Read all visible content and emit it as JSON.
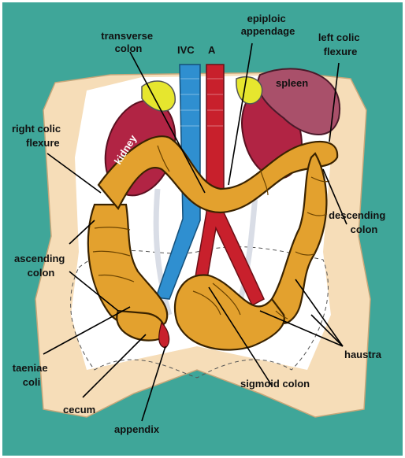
{
  "colors": {
    "background": "#3FA699",
    "body_cream": "#F6DDB8",
    "body_inner": "#FFFFFF",
    "colon": "#E3A12E",
    "kidney": "#B12444",
    "spleen": "#A9506A",
    "adrenal": "#E6E62E",
    "ivc": "#2F8FD0",
    "aorta": "#C8202C",
    "ureter": "#D9DDE6"
  },
  "labels": {
    "epiploic_appendage": [
      "epiploic",
      "appendage"
    ],
    "transverse_colon": [
      "transverse",
      "colon"
    ],
    "ivc": "IVC",
    "aorta": "A",
    "left_colic_flexure": [
      "left colic",
      "flexure"
    ],
    "spleen": "spleen",
    "right_colic_flexure": [
      "right colic",
      "flexure"
    ],
    "kidney": "kidney",
    "descending_colon": [
      "descending",
      "colon"
    ],
    "ascending_colon": [
      "ascending",
      "colon"
    ],
    "haustra": "haustra",
    "taeniae_coli": [
      "taeniae",
      "coli"
    ],
    "sigmoid_colon": "sigmoid colon",
    "cecum": "cecum",
    "appendix": "appendix"
  }
}
